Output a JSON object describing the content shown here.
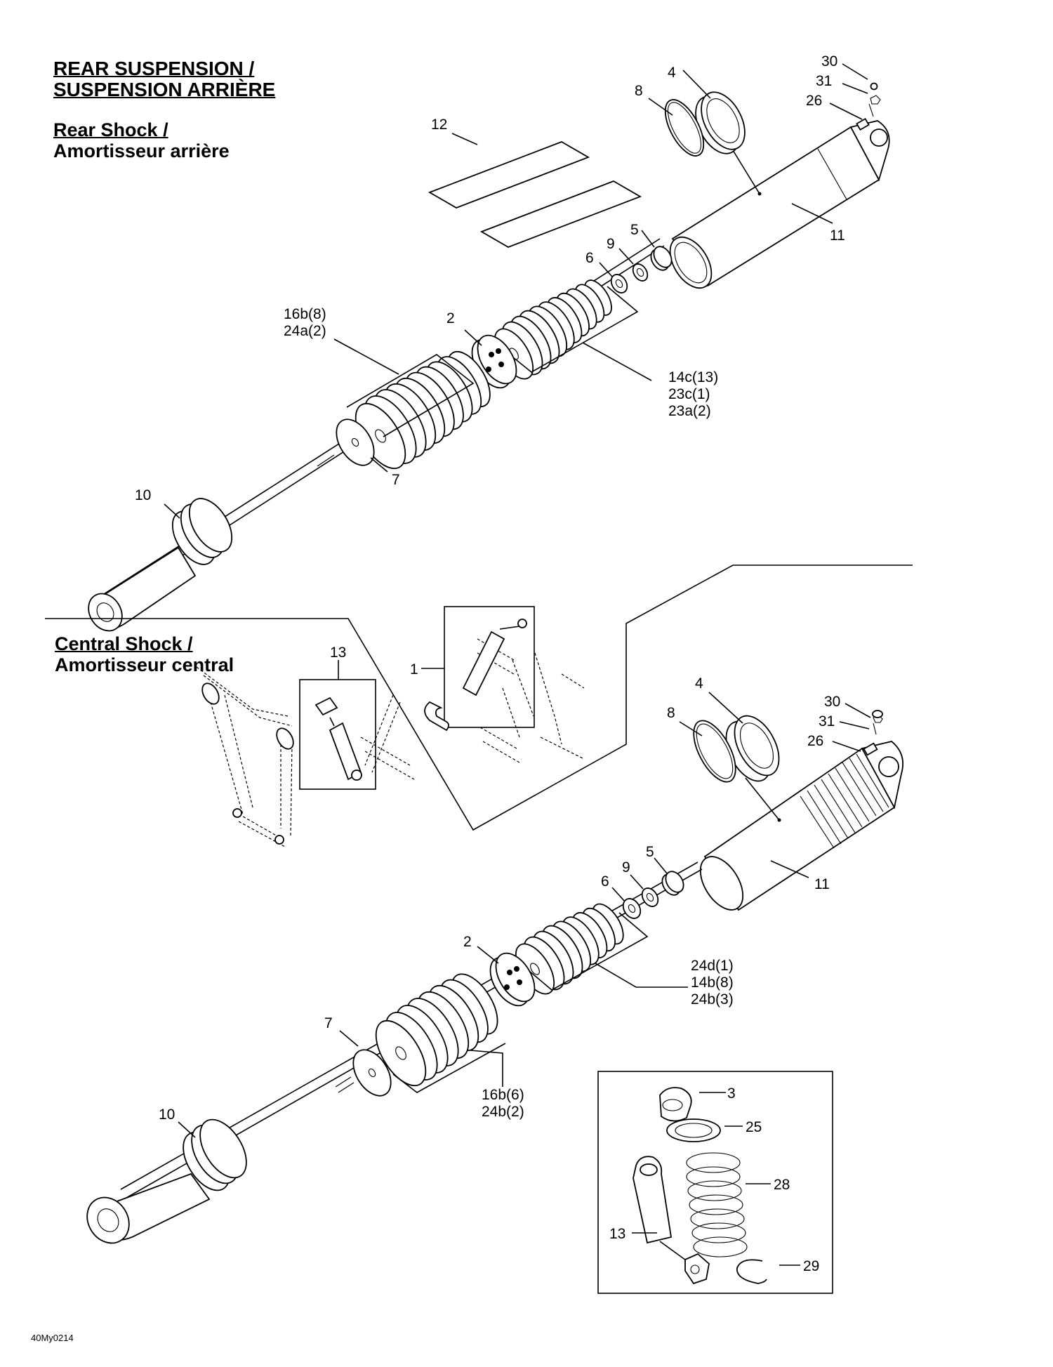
{
  "headings": {
    "rear_suspension_en": "REAR SUSPENSION /",
    "rear_suspension_fr": "SUSPENSION ARRIÈRE",
    "rear_shock_en": "Rear Shock /",
    "rear_shock_fr": "Amortisseur arrière",
    "central_shock_en": "Central Shock /",
    "central_shock_fr": "Amortisseur central"
  },
  "callouts": {
    "rear": {
      "c30": "30",
      "c31": "31",
      "c26": "26",
      "c4": "4",
      "c8": "8",
      "c12": "12",
      "c11": "11",
      "c5": "5",
      "c9": "9",
      "c6": "6",
      "c2": "2",
      "c16b": "16b(8)",
      "c24a": "24a(2)",
      "c14c": "14c(13)",
      "c23c": "23c(1)",
      "c23a": "23a(2)",
      "c7": "7",
      "c10": "10"
    },
    "central": {
      "c13": "13",
      "c1": "1",
      "c4": "4",
      "c8": "8",
      "c30": "30",
      "c31": "31",
      "c26": "26",
      "c11": "11",
      "c5": "5",
      "c9": "9",
      "c6": "6",
      "c2": "2",
      "c24d": "24d(1)",
      "c14b": "14b(8)",
      "c24b3": "24b(3)",
      "c7": "7",
      "c10": "10",
      "c16b": "16b(6)",
      "c24b2": "24b(2)"
    },
    "inset": {
      "c3": "3",
      "c25": "25",
      "c28": "28",
      "c13": "13",
      "c29": "29"
    }
  },
  "figure_id": "40My0214"
}
